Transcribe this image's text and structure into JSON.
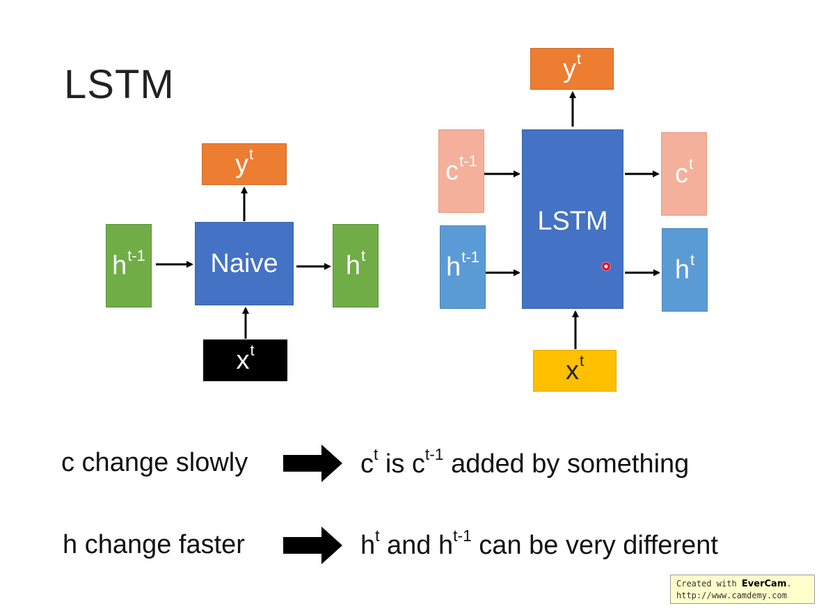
{
  "title": "LSTM",
  "naive": {
    "y": {
      "base": "y",
      "sup": "t"
    },
    "h_prev": {
      "base": "h",
      "sup": "t-1"
    },
    "cell": "Naive",
    "h_next": {
      "base": "h",
      "sup": "t"
    },
    "x": {
      "base": "x",
      "sup": "t"
    }
  },
  "lstm": {
    "y": {
      "base": "y",
      "sup": "t"
    },
    "c_prev": {
      "base": "c",
      "sup": "t-1"
    },
    "h_prev": {
      "base": "h",
      "sup": "t-1"
    },
    "cell": "LSTM",
    "c_next": {
      "base": "c",
      "sup": "t"
    },
    "h_next": {
      "base": "h",
      "sup": "t"
    },
    "x": {
      "base": "x",
      "sup": "t"
    }
  },
  "statements": [
    {
      "left": "c change slowly",
      "right": {
        "p1": "c",
        "s1": "t",
        "p2": " is c",
        "s2": "t-1",
        "p3": " added by something"
      }
    },
    {
      "left": "h change faster",
      "right": {
        "p1": "h",
        "s1": "t",
        "p2": " and h",
        "s2": "t-1",
        "p3": " can be very different"
      }
    }
  ],
  "watermark": {
    "prefix": "Created with ",
    "brand": "EverCam",
    "suffix": ".",
    "url": "http://www.camdemy.com"
  },
  "colors": {
    "output": "#ed7d31",
    "hidden_naive": "#70ad47",
    "cell": "#4472c4",
    "input_naive": "#000000",
    "cell_state": "#f4b09a",
    "hidden_lstm": "#5b9bd5",
    "input_lstm": "#ffc000"
  }
}
